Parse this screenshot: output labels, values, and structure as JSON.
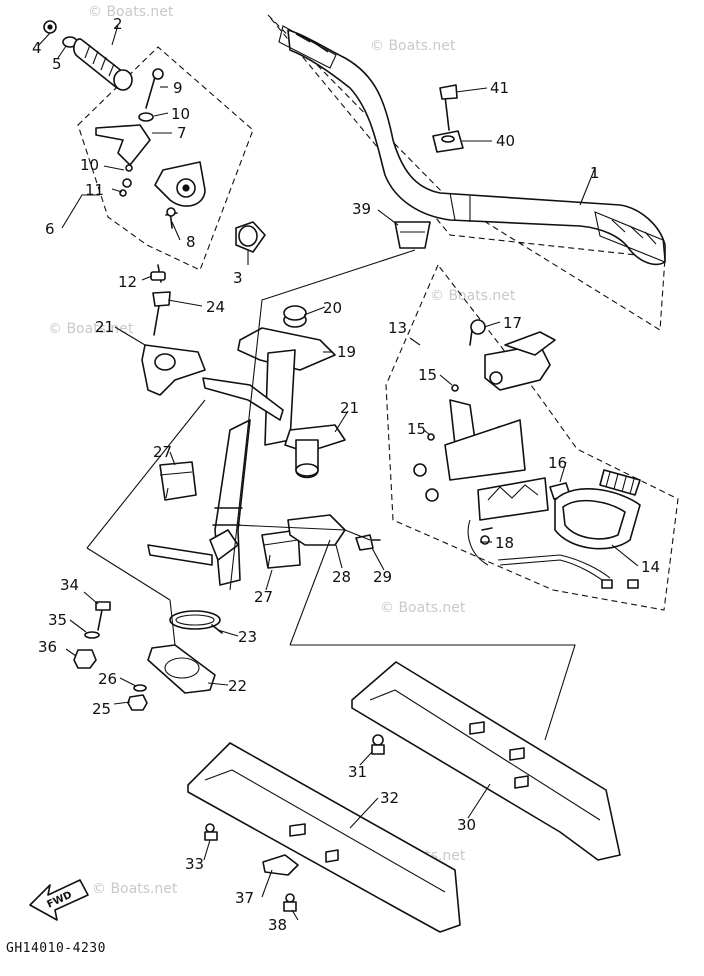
{
  "labels": [
    "1",
    "2",
    "3",
    "4",
    "5",
    "6",
    "7",
    "8",
    "9",
    "10",
    "10",
    "11",
    "12",
    "13",
    "14",
    "15",
    "15",
    "16",
    "17",
    "18",
    "19",
    "20",
    "21",
    "21",
    "22",
    "23",
    "24",
    "25",
    "26",
    "27",
    "27",
    "28",
    "29",
    "30",
    "31",
    "32",
    "33",
    "34",
    "35",
    "36",
    "37",
    "38",
    "39",
    "40",
    "41"
  ],
  "watermark": "© Boats.net",
  "diagram_code": "GH14010-4230",
  "fwd_label": "FWD"
}
